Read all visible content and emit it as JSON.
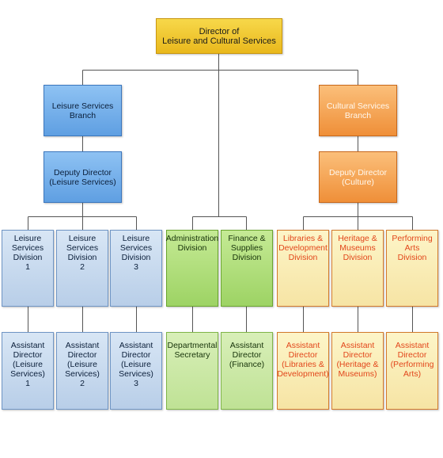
{
  "chart": {
    "director": "Director of\nLeisure and Cultural Services",
    "leisure_branch": "Leisure Services\nBranch",
    "leisure_deputy": "Deputy Director\n(Leisure Services)",
    "cultural_branch": "Cultural Services\nBranch",
    "culture_deputy": "Deputy Director\n(Culture)",
    "divisions": [
      "Leisure\nServices\nDivision\n1",
      "Leisure\nServices\nDivision\n2",
      "Leisure\nServices\nDivision\n3",
      "Administration\nDivision",
      "Finance &\nSupplies\nDivision",
      "Libraries &\nDevelopment\nDivision",
      "Heritage &\nMuseums\nDivision",
      "Performing\nArts\nDivision"
    ],
    "assistants": [
      "Assistant\nDirector\n(Leisure\nServices)\n1",
      "Assistant\nDirector\n(Leisure\nServices)\n2",
      "Assistant\nDirector\n(Leisure\nServices)\n3",
      "Departmental\nSecretary",
      "Assistant\nDirector\n(Finance)",
      "Assistant\nDirector\n(Libraries &\nDevelopment)",
      "Assistant\nDirector\n(Heritage &\nMuseums)",
      "Assistant\nDirector\n(Performing\nArts)"
    ]
  }
}
